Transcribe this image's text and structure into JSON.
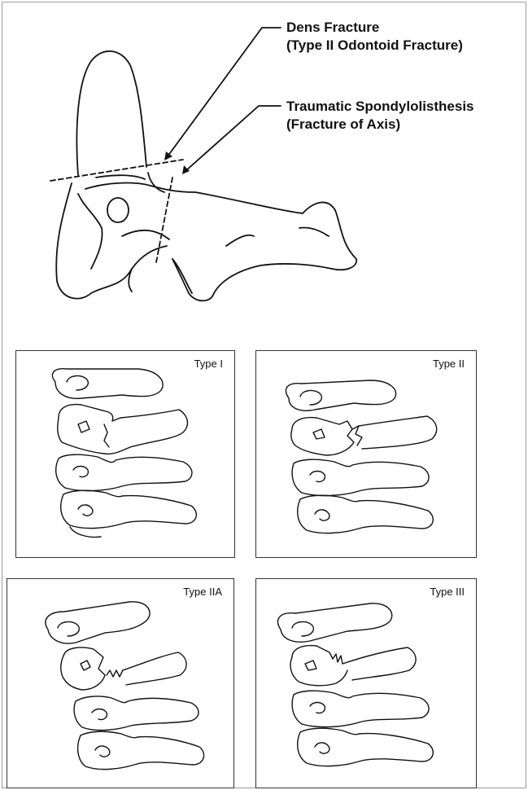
{
  "figure": {
    "callouts": [
      {
        "line1": "Dens Fracture",
        "line2": "(Type II Odontoid Fracture)"
      },
      {
        "line1": "Traumatic Spondylolisthesis",
        "line2": "(Fracture of Axis)"
      }
    ],
    "panels": [
      {
        "label": "Type I"
      },
      {
        "label": "Type II"
      },
      {
        "label": "Type IIA"
      },
      {
        "label": "Type III"
      }
    ]
  }
}
